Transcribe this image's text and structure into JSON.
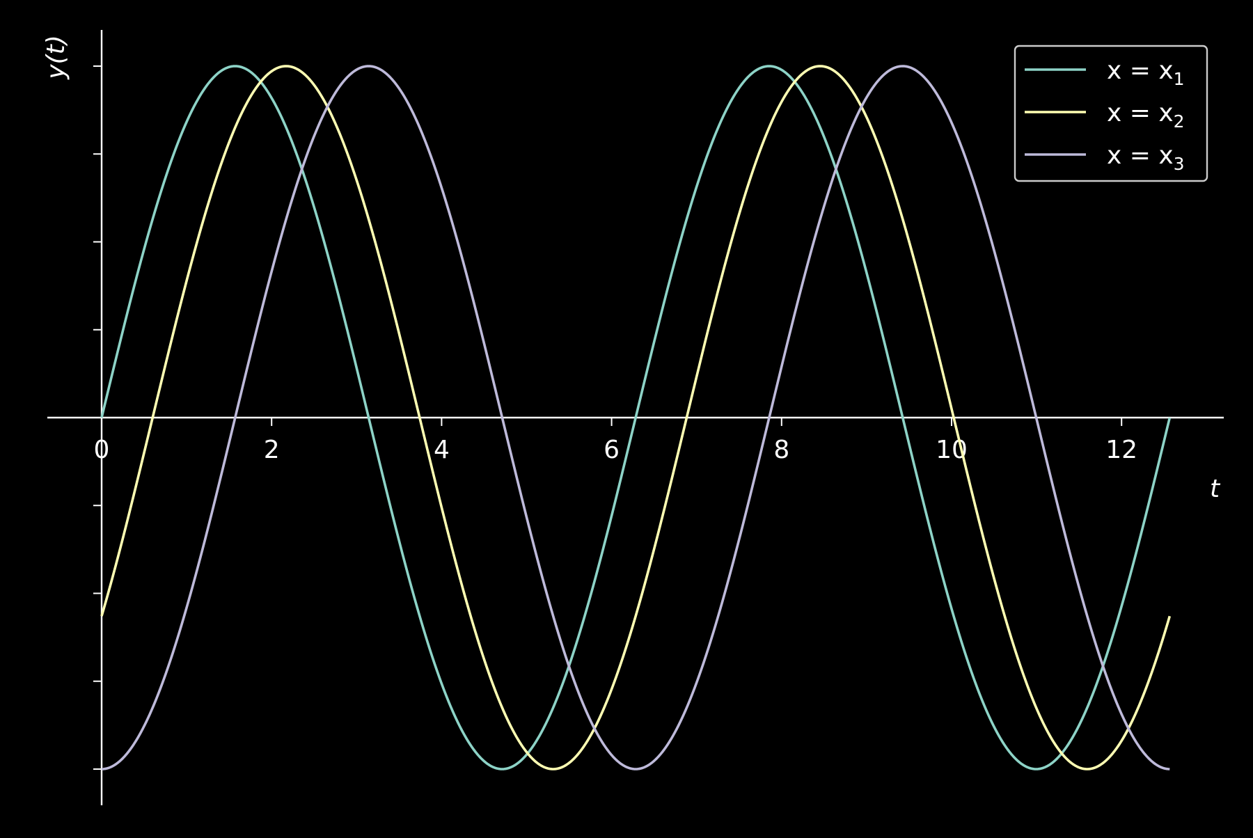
{
  "chart_data": {
    "type": "line",
    "xlabel": "t",
    "ylabel": "y(t)",
    "xlim": [
      -0.32,
      13.2
    ],
    "ylim": [
      -1.1,
      1.1
    ],
    "x_ticks": [
      0,
      2,
      4,
      6,
      8,
      10,
      12
    ],
    "x_tick_labels": [
      "0",
      "2",
      "4",
      "6",
      "8",
      "10",
      "12"
    ],
    "y_ticks": [
      -1.0,
      -0.75,
      -0.5,
      -0.25,
      0.25,
      0.5,
      0.75,
      1.0
    ],
    "y_tick_labels_visible": false,
    "x_range": [
      0,
      12.566
    ],
    "grid": false,
    "legend_position": "top-right",
    "series": [
      {
        "name": "x = x1",
        "name_main": "x = x",
        "name_sub": "1",
        "color": "#8dd3c7",
        "function": "sin(t)",
        "phase": 0.0,
        "x": [
          0,
          0.5,
          1.0,
          1.571,
          2.0,
          2.5,
          3.0,
          3.142,
          3.5,
          4.0,
          4.5,
          4.712,
          5.0,
          5.5,
          6.0,
          6.283,
          6.5,
          7.0,
          7.5,
          7.854,
          8.0,
          8.5,
          9.0,
          9.425,
          9.5,
          10.0,
          10.5,
          10.996,
          11.0,
          11.5,
          12.0,
          12.566
        ],
        "values": [
          0.0,
          0.479,
          0.841,
          1.0,
          0.909,
          0.598,
          0.141,
          0.0,
          -0.351,
          -0.757,
          -0.978,
          -1.0,
          -0.959,
          -0.706,
          -0.279,
          0.0,
          0.215,
          0.657,
          0.938,
          1.0,
          0.989,
          0.798,
          0.412,
          0.0,
          -0.075,
          -0.544,
          -0.88,
          -1.0,
          -1.0,
          -0.875,
          -0.537,
          0.0
        ]
      },
      {
        "name": "x = x2",
        "name_main": "x = x",
        "name_sub": "2",
        "color": "#ffffb3",
        "function": "sin(t - 0.6)",
        "phase": 0.6,
        "x": [
          0,
          0.6,
          1.0,
          1.5,
          2.171,
          2.5,
          3.0,
          3.742,
          4.0,
          4.5,
          5.312,
          5.5,
          6.0,
          6.5,
          6.883,
          7.0,
          7.5,
          8.0,
          8.454,
          9.0,
          9.5,
          10.025,
          10.5,
          11.0,
          11.596,
          12.0,
          12.566
        ],
        "values": [
          -0.565,
          0.0,
          0.389,
          0.783,
          1.0,
          0.941,
          0.675,
          0.0,
          -0.256,
          -0.688,
          -1.0,
          -0.983,
          -0.773,
          -0.359,
          0.0,
          0.11,
          0.577,
          0.899,
          1.0,
          0.865,
          0.522,
          0.0,
          -0.471,
          -0.841,
          -1.0,
          -0.917,
          -0.565
        ]
      },
      {
        "name": "x = x3",
        "name_main": "x = x",
        "name_sub": "3",
        "color": "#bebada",
        "function": "sin(t - π/2)",
        "phase": 1.571,
        "x": [
          0,
          0.5,
          1.0,
          1.571,
          2.0,
          2.5,
          3.142,
          3.5,
          4.0,
          4.712,
          5.0,
          5.5,
          6.283,
          6.5,
          7.0,
          7.854,
          8.0,
          8.5,
          9.425,
          10.0,
          10.5,
          10.996,
          11.5,
          12.0,
          12.566
        ],
        "values": [
          -1.0,
          -0.878,
          -0.54,
          0.0,
          0.416,
          0.801,
          1.0,
          0.936,
          0.654,
          0.0,
          -0.284,
          -0.709,
          -1.0,
          -0.977,
          -0.754,
          0.0,
          0.146,
          0.602,
          1.0,
          0.839,
          0.475,
          0.0,
          -0.48,
          -0.844,
          -1.0
        ]
      }
    ]
  }
}
